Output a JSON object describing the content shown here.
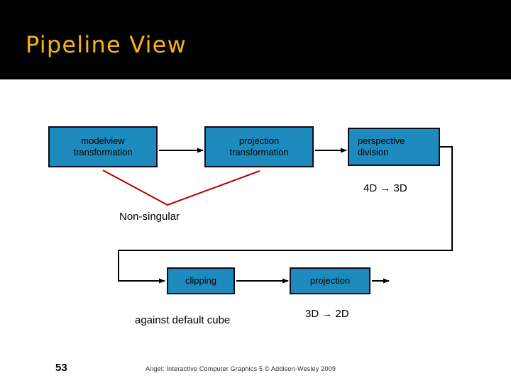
{
  "slide": {
    "title": "Pipeline View",
    "title_color": "#F5B511",
    "header_background": "#000000",
    "background": "#FFFFFF"
  },
  "diagram": {
    "box_fill": "#1E8BBE",
    "box_border": "#0C0C1C",
    "connector_color": "#000000",
    "callout_color": "#B40000",
    "nodes": [
      {
        "id": "modelview",
        "label": "modelview\ntransformation",
        "line1": "modelview",
        "line2": "transformation"
      },
      {
        "id": "projection-transform",
        "label": "projection\ntransformation",
        "line1": "projection",
        "line2": "transformation"
      },
      {
        "id": "perspective-division",
        "label": "perspective\ndivision",
        "line1": "perspective",
        "line2": "division"
      },
      {
        "id": "clipping",
        "label": "clipping",
        "line1": "clipping",
        "line2": ""
      },
      {
        "id": "projection",
        "label": "projection",
        "line1": "projection",
        "line2": ""
      }
    ],
    "annotations": [
      {
        "id": "dimension-4d-3d",
        "text": "4D → 3D"
      },
      {
        "id": "non-singular",
        "text": "Non-singular"
      },
      {
        "id": "against-default-cube",
        "text": "against default cube"
      },
      {
        "id": "dimension-3d-2d",
        "text": "3D → 2D"
      }
    ]
  },
  "footer": {
    "page_number": "53",
    "credit": "Angel: Interactive Computer Graphics 5 © Addison-Wesley 2009"
  }
}
